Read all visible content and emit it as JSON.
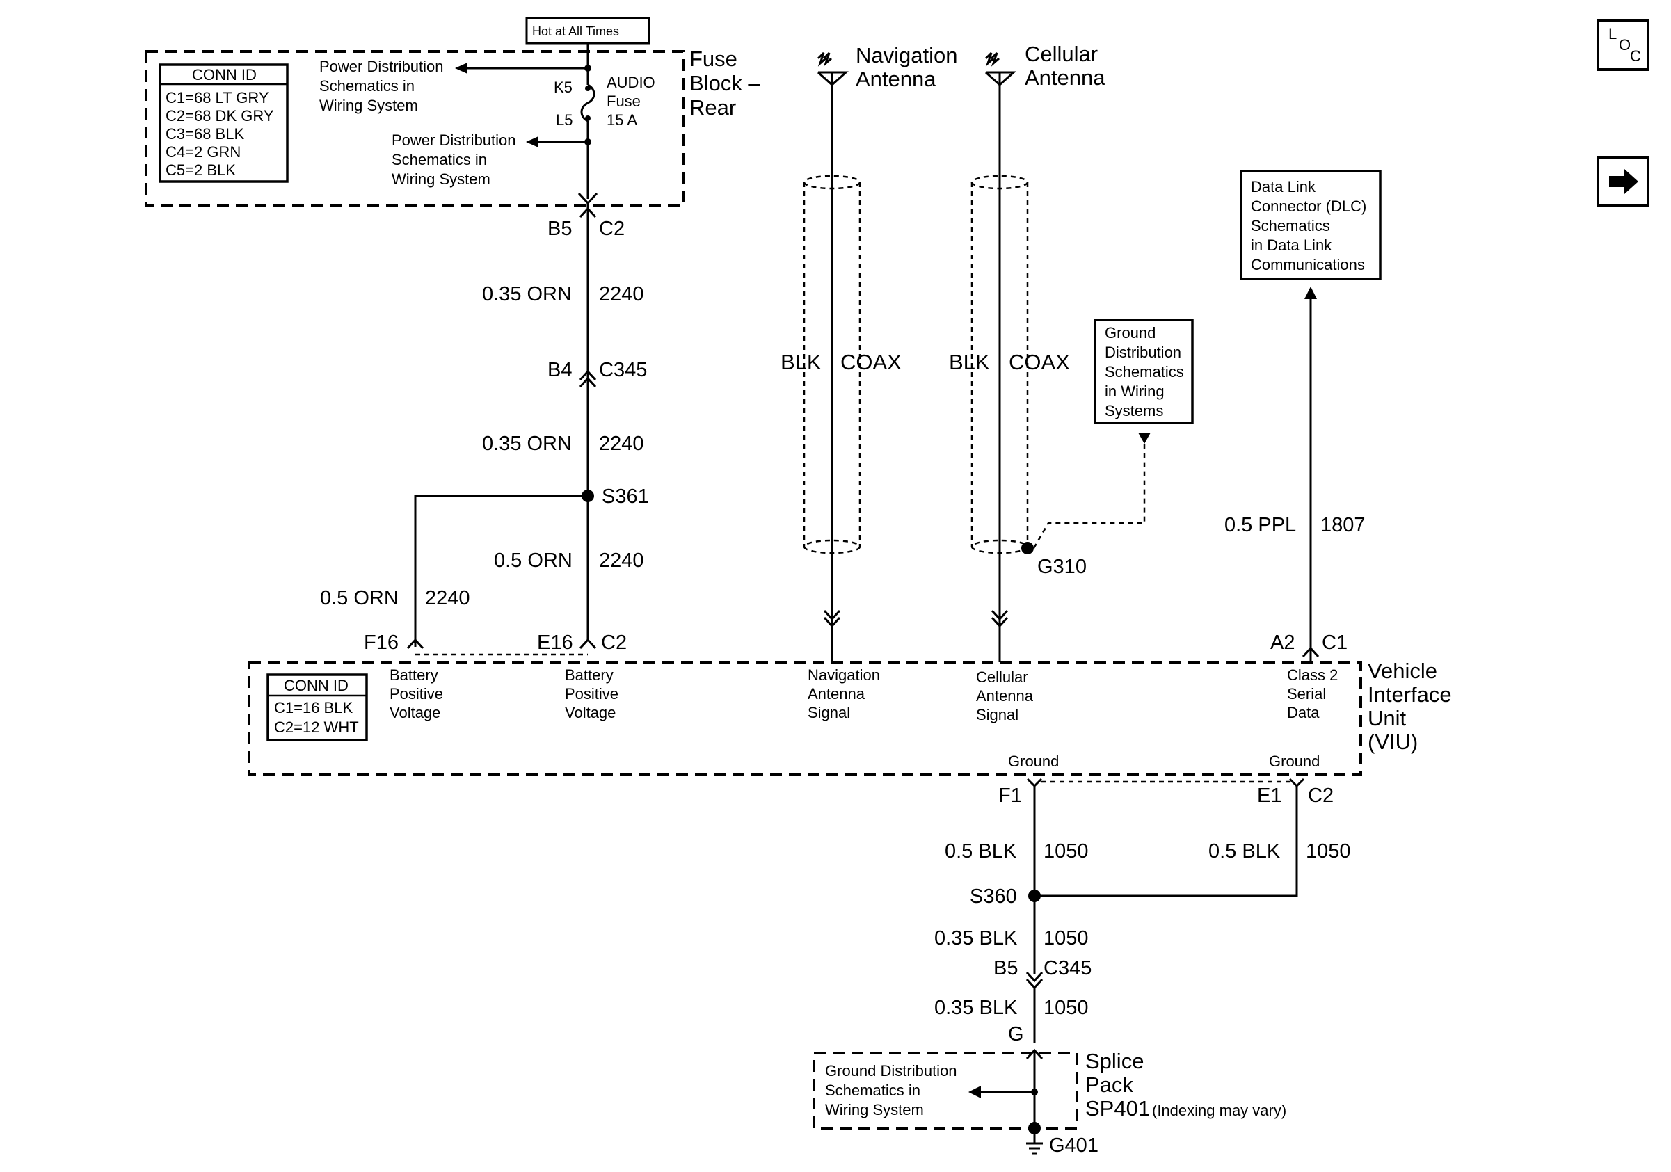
{
  "fuse_block": {
    "hot_label": "Hot at All Times",
    "title_lines": [
      "Fuse",
      "Block –",
      "Rear"
    ],
    "conn_header": "CONN ID",
    "conn_rows": [
      "C1=68 LT GRY",
      "C2=68 DK GRY",
      "C3=68 BLK",
      "C4=2 GRN",
      "C5=2 BLK"
    ],
    "pd_upper_lines": [
      "Power Distribution",
      "Schematics in",
      "Wiring System"
    ],
    "pd_lower_lines": [
      "Power Distribution",
      "Schematics in",
      "Wiring System"
    ],
    "k5": "K5",
    "l5": "L5",
    "fuse_lines": [
      "AUDIO",
      "Fuse",
      "15 A"
    ]
  },
  "power_circuit": {
    "b5": "B5",
    "b5_conn": "C2",
    "w1_gauge": "0.35 ORN",
    "w1_circuit": "2240",
    "b4": "B4",
    "b4_conn": "C345",
    "w2_gauge": "0.35 ORN",
    "w2_circuit": "2240",
    "splice": "S361",
    "w3_gauge": "0.5 ORN",
    "w3_circuit": "2240",
    "w4_gauge": "0.5 ORN",
    "w4_circuit": "2240",
    "f16": "F16",
    "e16": "E16",
    "e16_conn": "C2"
  },
  "nav_antenna": {
    "title_lines": [
      "Navigation",
      "Antenna"
    ],
    "wire_color": "BLK",
    "wire_type": "COAX",
    "signal_lines": [
      "Navigation",
      "Antenna",
      "Signal"
    ]
  },
  "cell_antenna": {
    "title_lines": [
      "Cellular",
      "Antenna"
    ],
    "wire_color": "BLK",
    "wire_type": "COAX",
    "signal_lines": [
      "Cellular",
      "Antenna",
      "Signal"
    ],
    "ground_box_lines": [
      "Ground",
      "Distribution",
      "Schematics",
      "in Wiring",
      "Systems"
    ],
    "ground": "G310"
  },
  "dlc": {
    "box_lines": [
      "Data Link",
      "Connector (DLC)",
      "Schematics",
      "in Data Link",
      "Communications"
    ],
    "gauge": "0.5 PPL",
    "circuit": "1807",
    "a2": "A2",
    "a2_conn": "C1"
  },
  "viu": {
    "title_lines": [
      "Vehicle",
      "Interface",
      "Unit",
      "(VIU)"
    ],
    "conn_header": "CONN ID",
    "conn_rows": [
      "C1=16 BLK",
      "C2=12 WHT"
    ],
    "pin_f16_lines": [
      "Battery",
      "Positive",
      "Voltage"
    ],
    "pin_e16_lines": [
      "Battery",
      "Positive",
      "Voltage"
    ],
    "pin_a2_lines": [
      "Class 2",
      "Serial",
      "Data"
    ],
    "ground_label_1": "Ground",
    "ground_label_2": "Ground"
  },
  "ground_circuit": {
    "f1": "F1",
    "e1": "E1",
    "e1_conn": "C2",
    "g1_gauge": "0.5 BLK",
    "g1_circuit": "1050",
    "g2_gauge": "0.5 BLK",
    "g2_circuit": "1050",
    "splice": "S360",
    "g3_gauge": "0.35 BLK",
    "g3_circuit": "1050",
    "b5": "B5",
    "b5_conn": "C345",
    "g4_gauge": "0.35 BLK",
    "g4_circuit": "1050",
    "g_pin": "G"
  },
  "splice_pack": {
    "title_lines": [
      "Splice",
      "Pack",
      "SP401"
    ],
    "note": "(Indexing may vary)",
    "box_lines": [
      "Ground Distribution",
      "Schematics in",
      "Wiring System"
    ],
    "ground": "G401"
  },
  "side_icons": {
    "loc_letters": [
      "L",
      "O",
      "C"
    ],
    "loc_icon": "location-icon",
    "next_icon": "right-arrow-icon"
  }
}
